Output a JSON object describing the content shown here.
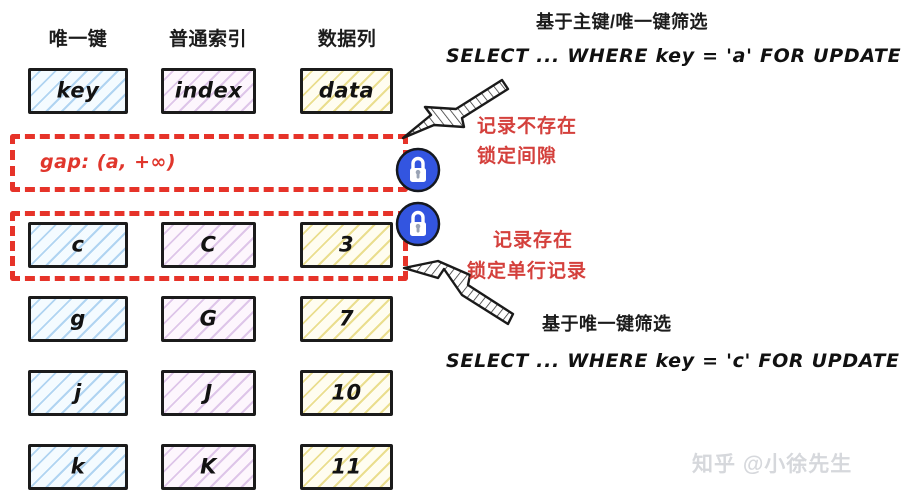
{
  "columns": [
    {
      "header": "唯一键",
      "name": "unique-key"
    },
    {
      "header": "普通索引",
      "name": "normal-index"
    },
    {
      "header": "数据列",
      "name": "data-column"
    }
  ],
  "header_row": {
    "key": "key",
    "index": "index",
    "data": "data"
  },
  "gap": {
    "label": "gap:  (a, +∞)"
  },
  "rows": [
    {
      "key": "c",
      "index": "C",
      "data": "3"
    },
    {
      "key": "g",
      "index": "G",
      "data": "7"
    },
    {
      "key": "j",
      "index": "J",
      "data": "10"
    },
    {
      "key": "k",
      "index": "K",
      "data": "11"
    }
  ],
  "annotations": {
    "top_title": "基于主键/唯一键筛选",
    "top_sql": "SELECT ... WHERE key = 'a' FOR UPDATE",
    "top_note_line1": "记录不存在",
    "top_note_line2": "锁定间隙",
    "bottom_note_line1": "记录存在",
    "bottom_note_line2": "锁定单行记录",
    "bottom_title": "基于唯一键筛选",
    "bottom_sql": "SELECT ... WHERE key = 'c' FOR UPDATE"
  },
  "locks": {
    "gap_lock_name": "gap-lock-icon",
    "record_lock_name": "record-lock-icon"
  },
  "watermark": "知乎 @小徐先生",
  "colors": {
    "dashed_red": "#e63329",
    "note_red": "#d4403c",
    "lock_blue": "#3355e0",
    "key_hatch": "#78b4e6",
    "index_hatch": "#b482cd",
    "data_hatch": "#dfcd5a"
  }
}
